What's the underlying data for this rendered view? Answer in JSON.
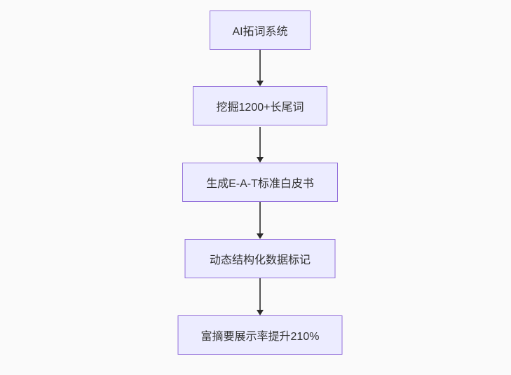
{
  "flowchart": {
    "type": "flowchart",
    "direction": "top-down",
    "nodes": [
      {
        "id": "node-1",
        "label": "AI拓词系统"
      },
      {
        "id": "node-2",
        "label": "挖掘1200+长尾词"
      },
      {
        "id": "node-3",
        "label": "生成E-A-T标准白皮书"
      },
      {
        "id": "node-4",
        "label": "动态结构化数据标记"
      },
      {
        "id": "node-5",
        "label": "富摘要展示率提升210%"
      }
    ],
    "edges": [
      {
        "from": "node-1",
        "to": "node-2"
      },
      {
        "from": "node-2",
        "to": "node-3"
      },
      {
        "from": "node-3",
        "to": "node-4"
      },
      {
        "from": "node-4",
        "to": "node-5"
      }
    ],
    "colors": {
      "background": "#fafafa",
      "node_fill": "#ececff",
      "node_border": "#9370db",
      "node_text": "#333333",
      "arrow_line": "#555555",
      "arrow_head": "#2a2a2a"
    }
  }
}
